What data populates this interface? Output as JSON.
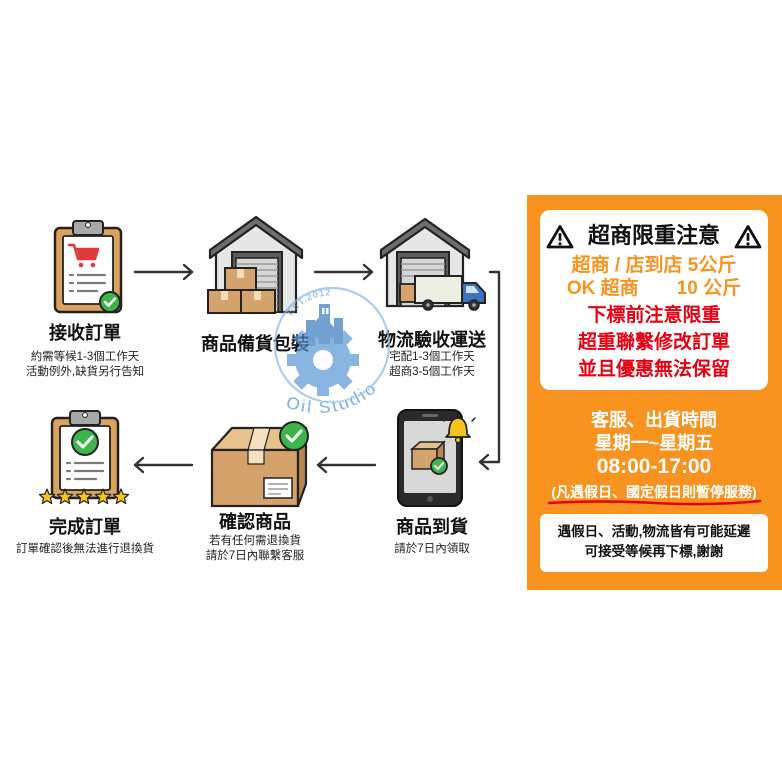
{
  "flow": {
    "steps": [
      {
        "title": "接收訂單",
        "notes": [
          "約需等候1-3個工作天",
          "活動例外,缺貨另行告知"
        ]
      },
      {
        "title": "商品備貨包裝",
        "notes": []
      },
      {
        "title": "物流驗收運送",
        "notes": [
          "宅配1-3個工作天",
          "超商3-5個工作天"
        ]
      },
      {
        "title": "商品到貨",
        "notes": [
          "請於7日內領取"
        ]
      },
      {
        "title": "確認商品",
        "notes": [
          "若有任何需退換貨",
          "請於7日內聯繫客服"
        ]
      },
      {
        "title": "完成訂單",
        "notes": [
          "訂單確認後無法進行退換貨"
        ]
      }
    ]
  },
  "watermark": {
    "est": "EST.2012",
    "name": "Oil Studio"
  },
  "notice": {
    "weight_limit": {
      "title": "超商限重注意",
      "limits": [
        "超商 / 店到店 5公斤",
        "OK 超商　　10 公斤"
      ],
      "warnings": [
        "下標前注意限重",
        "超重聯繫修改訂單",
        "並且優惠無法保留"
      ]
    },
    "service_hours": {
      "heading": "客服、出貨時間",
      "days": "星期一~星期五",
      "hours": "08:00-17:00",
      "holiday_note": "(凡遇假日、國定假日則暫停服務)"
    },
    "delay_notice": [
      "遇假日、活動,物流皆有可能延遲",
      "可接受等候再下標,謝謝"
    ]
  },
  "colors": {
    "panel_orange": "#F7931E",
    "limit_orange": "#F7931E",
    "warning_red": "#E60012",
    "check_green": "#3DB54A",
    "logo_blue": "#5B9BD5"
  },
  "icons": {
    "step_1": "clipboard-cart-icon",
    "step_2": "warehouse-boxes-icon",
    "step_3": "warehouse-truck-icon",
    "step_4": "phone-package-icon",
    "step_5": "box-check-icon",
    "step_6": "clipboard-check-stars-icon",
    "title_marks": "warning-icon",
    "connectors": "arrow-icon"
  }
}
